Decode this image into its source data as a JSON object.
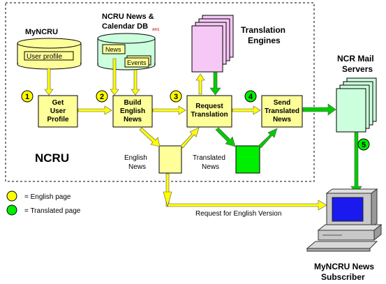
{
  "colors": {
    "yellow": "#ffff99",
    "yellow_arrow": "#ffff00",
    "green": "#00ee00",
    "green_arrow": "#00cc00",
    "pink": "#f5c8f5",
    "teal": "#ccffdd",
    "page_yellow": "#ffff99"
  },
  "labels": {
    "ncru": "NCRU",
    "mynCRU_db": "MyNCRU",
    "user_profile": "User profile",
    "news_db_line1": "NCRU News &",
    "news_db_line2": "Calendar DB",
    "news_db_badge": "ARS",
    "news_tag": "News",
    "events_tag": "Events",
    "engines_line1": "Translation",
    "engines_line2": "Engines",
    "mail_line1": "NCR Mail",
    "mail_line2": "Servers",
    "subscriber_line1": "MyNCRU News",
    "subscriber_line2": "Subscriber",
    "english_news_line1": "English",
    "english_news_line2": "News",
    "translated_news_line1": "Translated",
    "translated_news_line2": "News",
    "request_english": "Request for English Version"
  },
  "steps": [
    {
      "num": "1",
      "line1": "Get",
      "line2": "User",
      "line3": "Profile"
    },
    {
      "num": "2",
      "line1": "Build",
      "line2": "English",
      "line3": "News"
    },
    {
      "num": "3",
      "line1": "Request",
      "line2": "Translation",
      "line3": ""
    },
    {
      "num": "4",
      "line1": "Send",
      "line2": "Translated",
      "line3": "News"
    },
    {
      "num": "5"
    }
  ],
  "legend": {
    "english": "= English page",
    "translated": "= Translated page"
  }
}
